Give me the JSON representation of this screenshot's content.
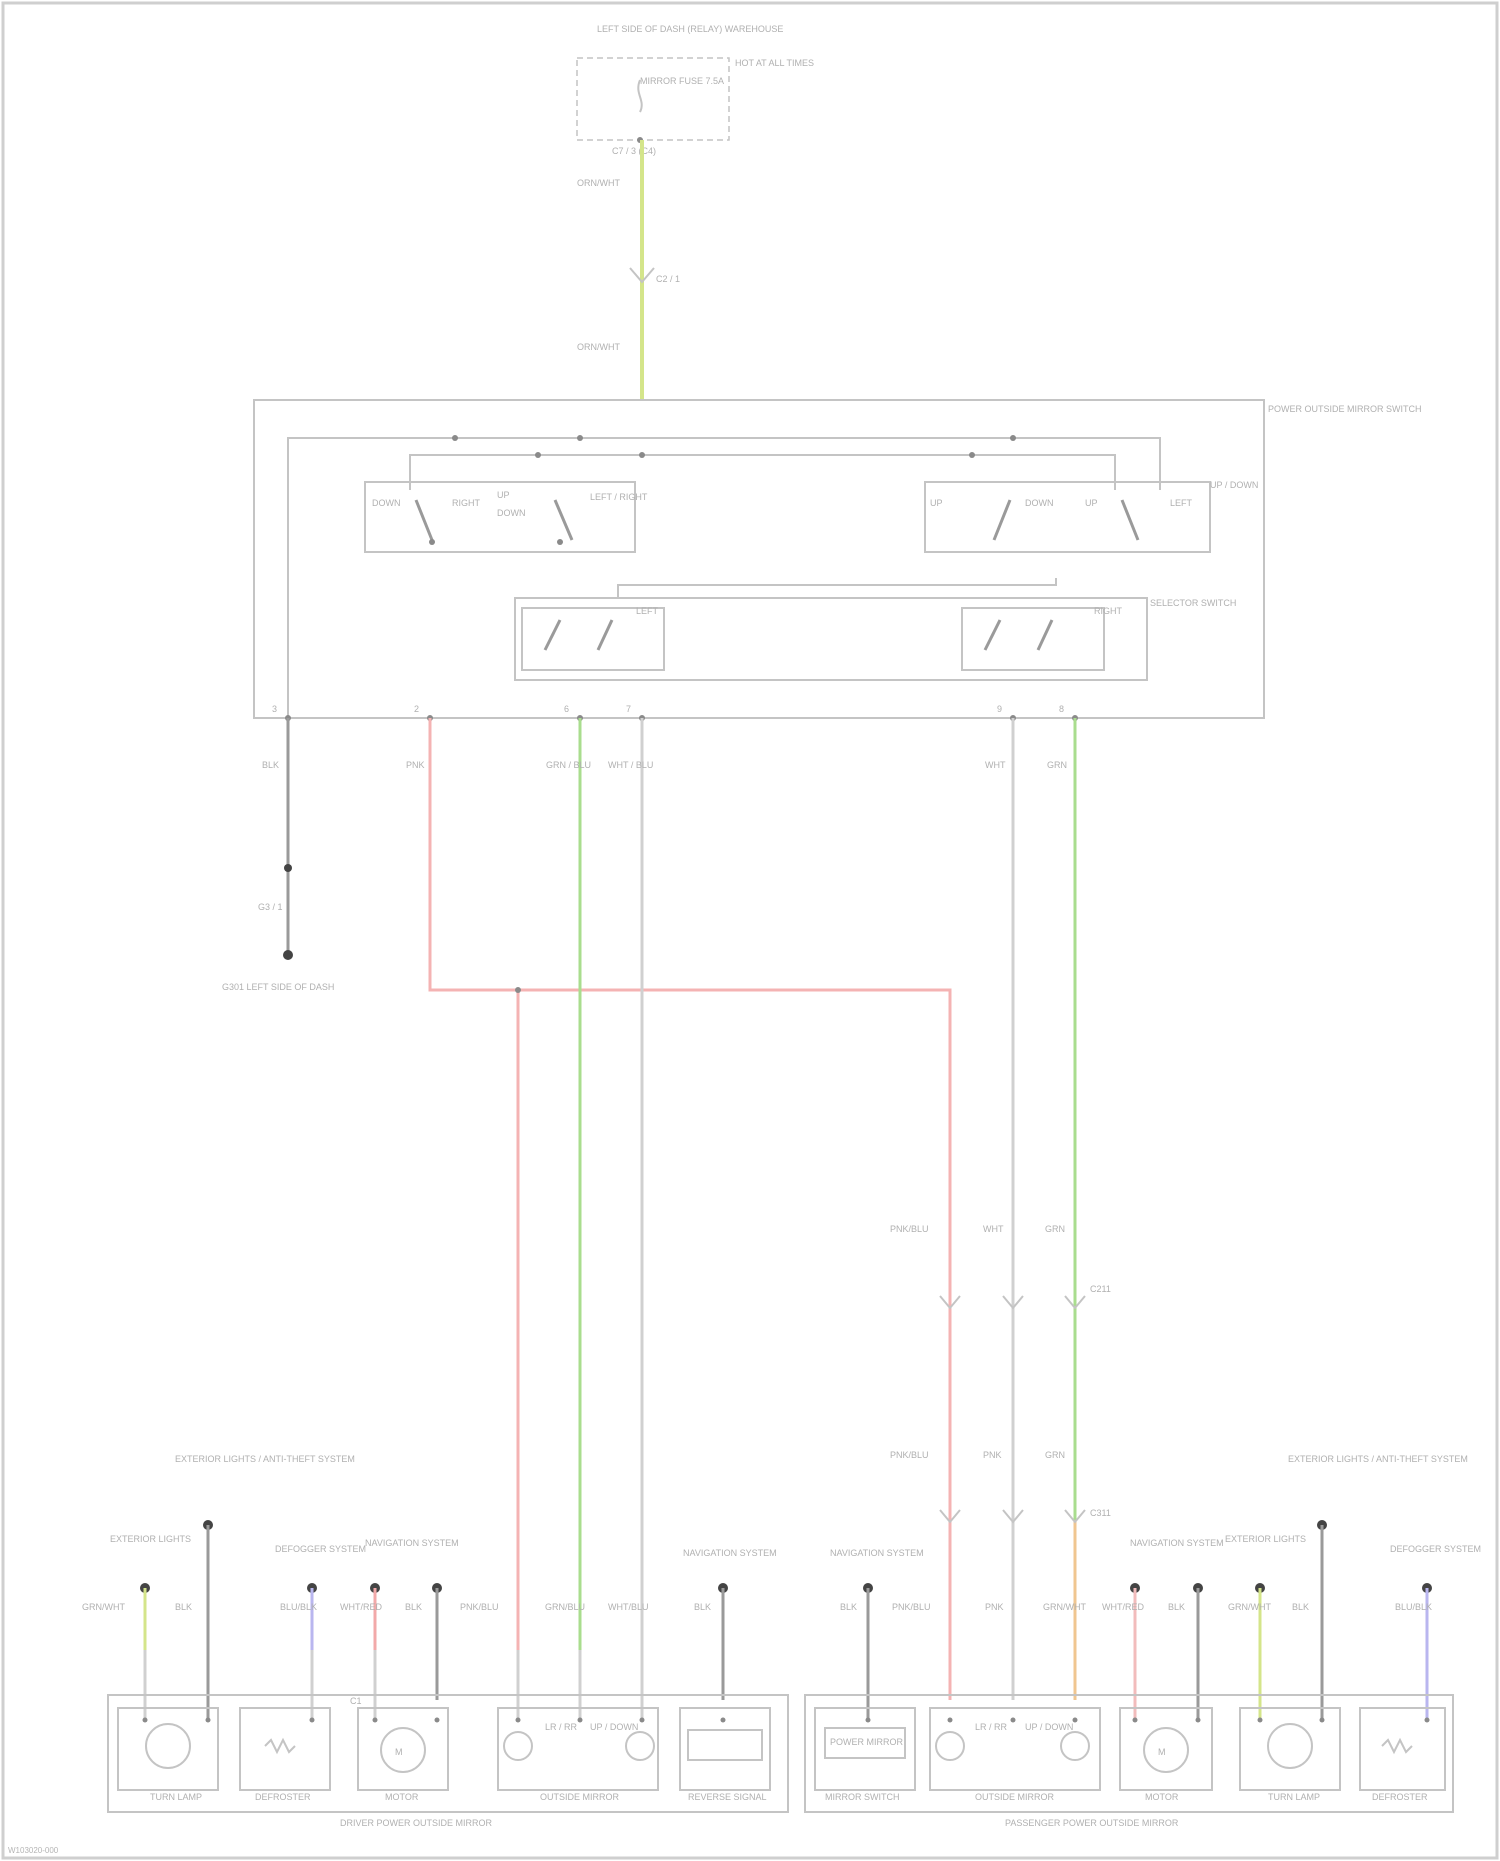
{
  "labels": {
    "fuse_box_title": "LEFT SIDE OF DASH (RELAY) WAREHOUSE",
    "fuse_name": "MIRROR FUSE 7.5A",
    "fuse_side_note": "HOT AT ALL TIMES",
    "fuse_pin": "C7 / 3 (C4)",
    "fuse_wire": "ORN/WHT",
    "conn_top": "C2 / 1",
    "wire_top2": "ORN/WHT",
    "switch_assembly": "POWER OUTSIDE MIRROR SWITCH",
    "down_l": "DOWN",
    "right_l": "RIGHT",
    "up_l": "UP",
    "left_l": "LEFT",
    "left_up": "UP",
    "left_down": "DOWN",
    "left_switch": "LEFT / RIGHT",
    "right_up": "UP",
    "right_down": "DOWN",
    "right_switch": "UP / DOWN",
    "selector": "SELECTOR SWITCH",
    "sel_left": "LEFT",
    "sel_right": "RIGHT",
    "pin_a": "3",
    "pin_b": "2",
    "pin_c": "6",
    "pin_d": "7",
    "pin_e": "9",
    "pin_f": "8",
    "w1": "BLK",
    "w2": "PNK",
    "w3": "GRN / BLU",
    "w4": "WHT / BLU",
    "w5": "WHT",
    "w6": "GRN",
    "ground_conn": "G3 / 1",
    "ground_name": "G301 LEFT SIDE OF DASH",
    "mid_w1": "PNK/BLU",
    "mid_w2": "WHT",
    "mid_w3": "GRN",
    "mid_conn": "C211",
    "low_w1": "PNK/BLU",
    "low_w2": "PNK",
    "low_w3": "GRN",
    "low_conn": "C311",
    "lt_exterior": "EXTERIOR LIGHTS",
    "lt_ext2": "EXTERIOR LIGHTS / ANTI-THEFT SYSTEM",
    "lt_defog": "DEFOGGER SYSTEM",
    "lt_nav": "NAVIGATION SYSTEM",
    "lt_nav2": "NAVIGATION SYSTEM",
    "lt_w1": "GRN/WHT",
    "lt_w2": "BLK",
    "lt_w3": "BLU/BLK",
    "lt_w4": "WHT/RED",
    "lt_w5": "BLK",
    "lt_w6": "PNK/BLU",
    "lt_w7": "GRN/BLU",
    "lt_w8": "WHT/BLU",
    "lt_w9": "BLK",
    "rt_nav": "NAVIGATION SYSTEM",
    "rt_nav2": "NAVIGATION SYSTEM",
    "rt_ext": "EXTERIOR LIGHTS",
    "rt_ext2": "EXTERIOR LIGHTS / ANTI-THEFT SYSTEM",
    "rt_defog": "DEFOGGER SYSTEM",
    "rt_w1": "BLK",
    "rt_w2": "PNK/BLU",
    "rt_w3": "PNK",
    "rt_w4": "GRN/WHT",
    "rt_w5": "WHT/RED",
    "rt_w6": "BLK",
    "rt_w7": "GRN/WHT",
    "rt_w8": "BLK",
    "rt_w9": "BLU/BLK",
    "c_pin": "C1",
    "comp_turn": "TURN LAMP",
    "comp_defroster": "DEFROSTER",
    "comp_motor": "MOTOR",
    "comp_lr": "LR / RR",
    "comp_updown": "UP / DOWN",
    "comp_mirror_motor": "OUTSIDE MIRROR",
    "comp_reverse": "REVERSE SIGNAL",
    "comp_power": "POWER MIRROR",
    "comp_mirror_switch": "MIRROR SWITCH",
    "left_mirror": "DRIVER POWER OUTSIDE MIRROR",
    "right_mirror": "PASSENGER POWER OUTSIDE MIRROR",
    "footer": "W103020-000"
  }
}
